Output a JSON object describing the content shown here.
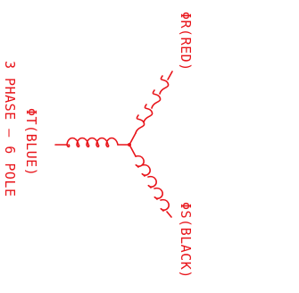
{
  "diagram": {
    "stroke_color": "#e8141a",
    "labels": {
      "phase_r": "ΦR(RED)",
      "phase_s": "ΦS(BLACK)",
      "phase_t": "ΦT(BLUE)",
      "caption": "3 PHASE — 6 POLE"
    }
  }
}
